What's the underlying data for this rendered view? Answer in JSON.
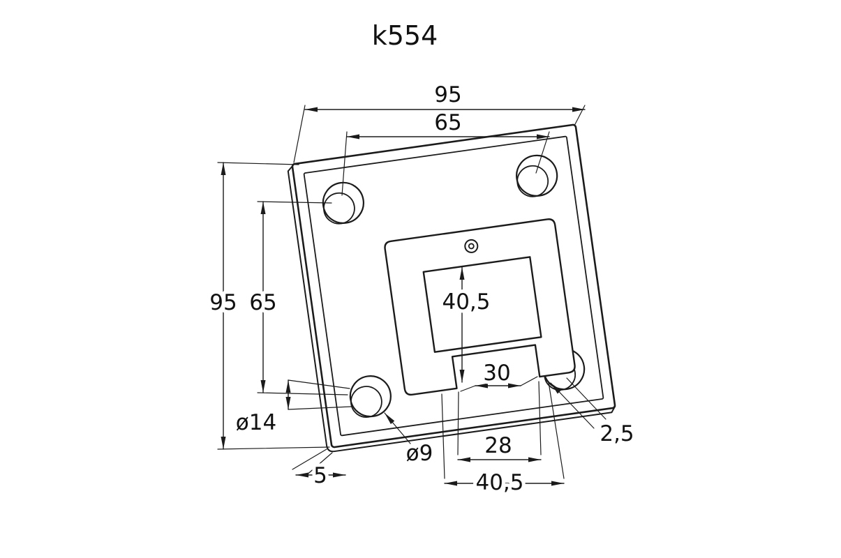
{
  "title": "k554",
  "colors": {
    "line": "#1b1b1b",
    "background": "#ffffff"
  },
  "dims": {
    "plate_width": "95",
    "hole_spacing_horizontal": "65",
    "plate_height": "95",
    "hole_spacing_vertical": "65",
    "socket_inner_height": "40,5",
    "notch_seat": "30",
    "counterbore_diameter": "ø14",
    "hole_diameter": "ø9",
    "notch_width": "28",
    "socket_inner_width": "40,5",
    "wall_thickness": "2,5",
    "plate_thickness": "5"
  }
}
